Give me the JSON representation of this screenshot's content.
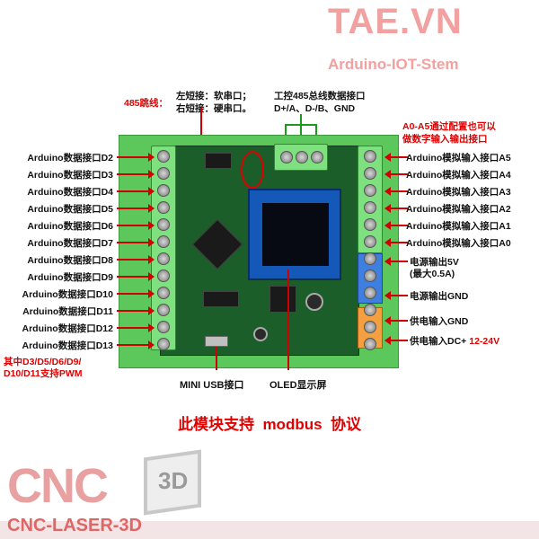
{
  "brand": {
    "title": "TAE.VN",
    "subtitle": "Arduino-IOT-Stem"
  },
  "top_labels": {
    "jumper_title": "485跳线：",
    "jumper_left": "左短接：软串口；",
    "jumper_right": "右短接：硬串口。",
    "bus_title": "工控485总线数据接口",
    "bus_pins": "D+/A、D-/B、GND",
    "analog_note_1": "A0-A5通过配置也可以",
    "analog_note_2": "做数字输入输出接口"
  },
  "left_ports": [
    "Arduino数据接口D2",
    "Arduino数据接口D3",
    "Arduino数据接口D4",
    "Arduino数据接口D5",
    "Arduino数据接口D6",
    "Arduino数据接口D7",
    "Arduino数据接口D8",
    "Arduino数据接口D9",
    "Arduino数据接口D10",
    "Arduino数据接口D11",
    "Arduino数据接口D12",
    "Arduino数据接口D13"
  ],
  "pwm_note_1": "其中D3/D5/D6/D9/",
  "pwm_note_2": "D10/D11支持PWM",
  "right_ports": [
    "Arduino模拟输入接口A5",
    "Arduino模拟输入接口A4",
    "Arduino模拟输入接口A3",
    "Arduino模拟输入接口A2",
    "Arduino模拟输入接口A1",
    "Arduino模拟输入接口A0"
  ],
  "power": {
    "out5v": "电源输出5V",
    "out5v_max": "(最大0.5A)",
    "out_gnd": "电源输出GND",
    "in_gnd": "供电输入GND",
    "in_dc": "供电输入DC+",
    "in_dc_range": "12-24V"
  },
  "bottom_labels": {
    "usb": "MINI USB接口",
    "oled": "OLED显示屏"
  },
  "caption": "此模块支持  modbus  协议",
  "footer": {
    "logo_cnc": "CNC",
    "logo_3d": "3D",
    "logo_text": "CNC-LASER-3D"
  },
  "colors": {
    "terminal_green": "#7ee07e",
    "pcb": "#1b5e2a",
    "oled_blue": "#1458b8",
    "annotation_red": "#e00000"
  }
}
